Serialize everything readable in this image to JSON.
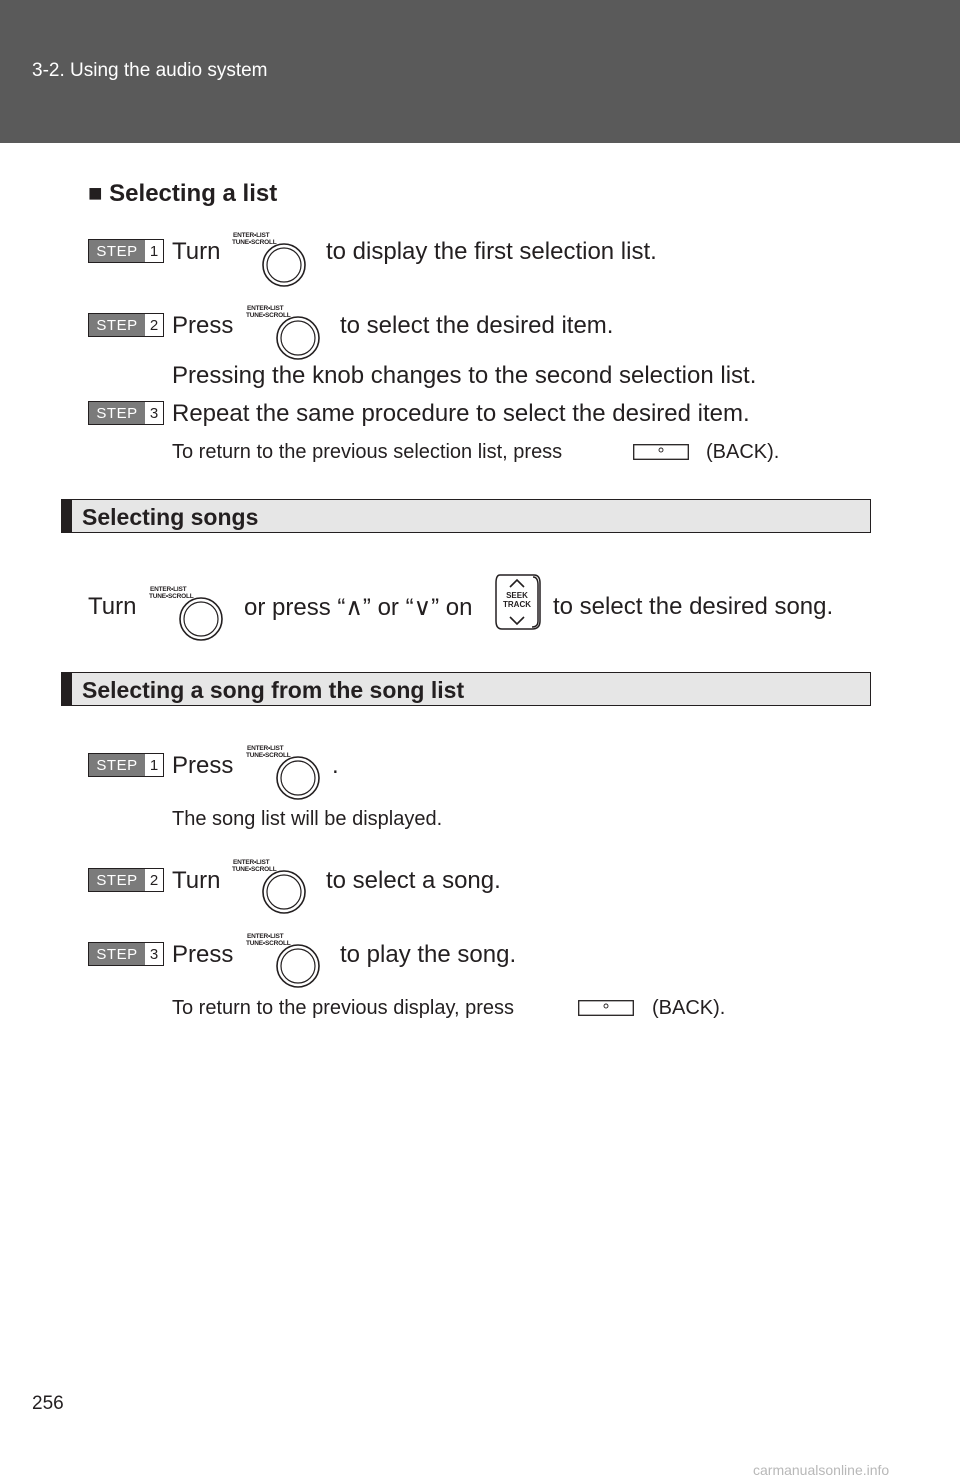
{
  "header": {
    "title": "3-2. Using the audio system"
  },
  "knob_label": {
    "line1": "ENTER•LIST",
    "line2": "TUNE•SCROLL"
  },
  "seek_label": {
    "line1": "SEEK",
    "line2": "TRACK"
  },
  "section1": {
    "heading_bullet": "■",
    "heading": "Selecting a list",
    "steps": [
      {
        "label": "STEP",
        "num": "1",
        "pre": "Turn",
        "post": "to display the first selection list."
      },
      {
        "label": "STEP",
        "num": "2",
        "pre": "Press",
        "post": "to select the desired item.",
        "note": "Pressing the knob changes to the second selection list."
      },
      {
        "label": "STEP",
        "num": "3",
        "text": "Repeat the same procedure to select the desired item."
      }
    ],
    "return_note": {
      "pre": "To return to the previous selection list, press",
      "post": "(BACK)."
    }
  },
  "section2": {
    "title": "Selecting songs",
    "line": {
      "pre": "Turn",
      "mid": "or press “∧” or “∨” on",
      "post": "to select the desired song."
    }
  },
  "section3": {
    "title": "Selecting a song from the song list",
    "steps": [
      {
        "label": "STEP",
        "num": "1",
        "pre": "Press",
        "post": ".",
        "note": "The song list will be displayed."
      },
      {
        "label": "STEP",
        "num": "2",
        "pre": "Turn",
        "post": "to select a song."
      },
      {
        "label": "STEP",
        "num": "3",
        "pre": "Press",
        "post": "to play the song."
      }
    ],
    "return_note": {
      "pre": "To return to the previous display, press",
      "post": "(BACK)."
    }
  },
  "page_number": "256",
  "watermark": "carmanualsonline.info"
}
